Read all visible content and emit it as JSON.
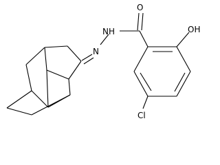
{
  "molecule": {
    "atoms": {
      "oxygen_carbonyl": "O",
      "nh": "NH",
      "n_imine": "N",
      "oh": "OH",
      "cl": "Cl"
    }
  }
}
